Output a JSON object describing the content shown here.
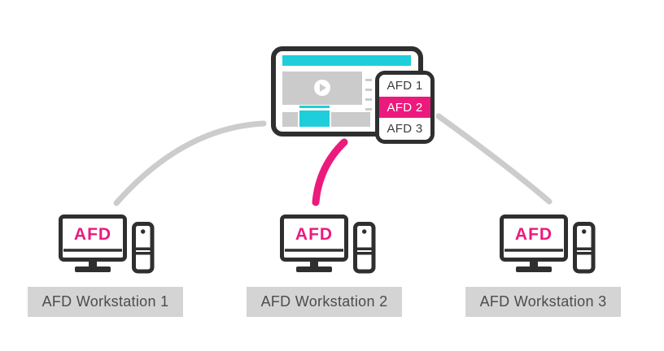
{
  "colors": {
    "pink": "#EC1A7D",
    "cyan": "#1ECEDB",
    "dark_outline": "#2F2F2F",
    "connector_gray": "#CCCCCC",
    "content_gray": "#CBCBCB",
    "caption_bg": "#D4D4D4",
    "caption_text": "#4C4C4C"
  },
  "browser": {
    "afd_list": {
      "selected": "AFD 2",
      "options": [
        {
          "label": "AFD 1",
          "selected": false
        },
        {
          "label": "AFD 2",
          "selected": true
        },
        {
          "label": "AFD 3",
          "selected": false
        }
      ]
    }
  },
  "workstations": [
    {
      "screen_label": "AFD",
      "caption": "AFD Workstation 1",
      "connection": "gray"
    },
    {
      "screen_label": "AFD",
      "caption": "AFD Workstation 2",
      "connection": "pink"
    },
    {
      "screen_label": "AFD",
      "caption": "AFD Workstation 3",
      "connection": "gray"
    }
  ]
}
